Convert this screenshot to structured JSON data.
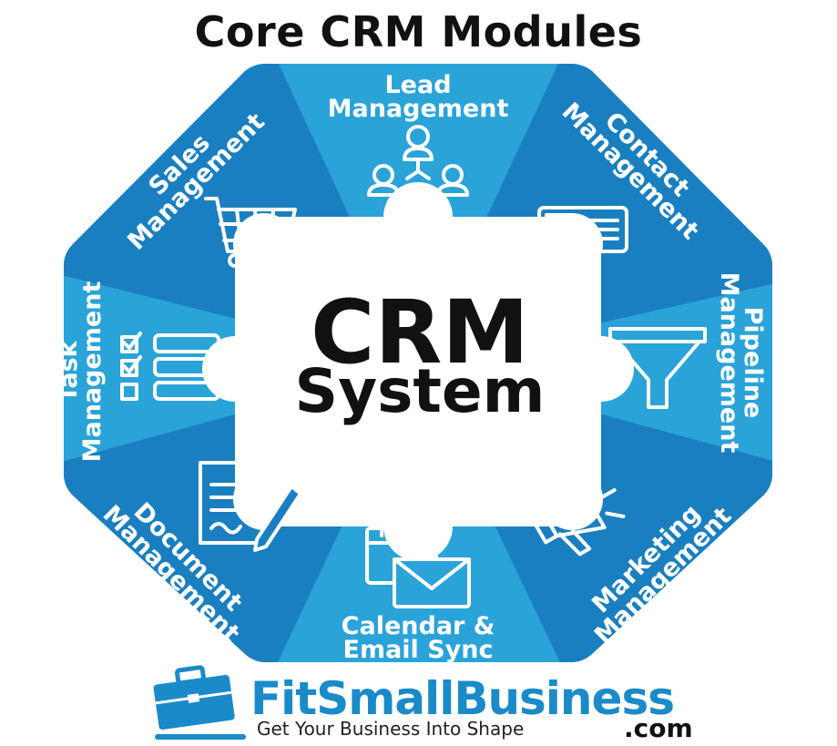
{
  "title": "Core CRM Modules",
  "center": {
    "line1": "CRM",
    "line2": "System"
  },
  "modules": [
    {
      "key": "lead",
      "line1": "Lead",
      "line2": "Management",
      "icon": "people-network-icon"
    },
    {
      "key": "contact",
      "line1": "Contact",
      "line2": "Management",
      "icon": "contact-card-icon"
    },
    {
      "key": "pipeline",
      "line1": "Pipeline",
      "line2": "Management",
      "icon": "funnel-icon"
    },
    {
      "key": "marketing",
      "line1": "Marketing",
      "line2": "Management",
      "icon": "megaphone-icon"
    },
    {
      "key": "calendar",
      "line1": "Calendar &",
      "line2": "Email Sync",
      "icon": "calendar-email-icon"
    },
    {
      "key": "document",
      "line1": "Document",
      "line2": "Management",
      "icon": "document-pen-icon"
    },
    {
      "key": "task",
      "line1": "Task",
      "line2": "Management",
      "icon": "checklist-icon"
    },
    {
      "key": "sales",
      "line1": "Sales",
      "line2": "Management",
      "icon": "shopping-cart-icon"
    }
  ],
  "colors": {
    "dark_blue": "#1a7fc0",
    "light_blue": "#2aa3d9",
    "white": "#ffffff",
    "text": "#111111"
  },
  "logo": {
    "name_part1": "Fit",
    "name_part2": "SmallBusiness",
    "tagline": "Get Your Business Into Shape",
    "suffix": ".com",
    "icon": "briefcase-icon"
  }
}
